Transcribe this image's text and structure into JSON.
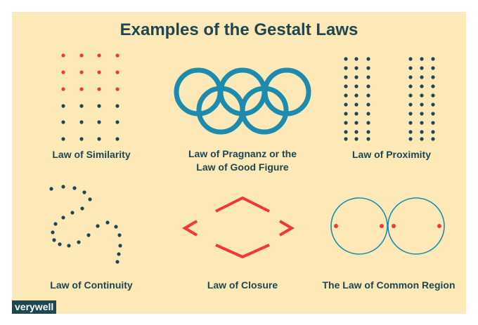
{
  "title": "Examples of the Gestalt Laws",
  "labels": {
    "similarity": "Law of Similarity",
    "pragnanz_line1": "Law of Pragnanz or the",
    "pragnanz_line2": "Law of Good Figure",
    "proximity": "Law of Proximity",
    "continuity": "Law of Continuity",
    "closure": "Law of Closure",
    "common_region": "The Law of Common Region"
  },
  "brand": "verywell",
  "colors": {
    "background": "#fde8b8",
    "dark_teal": "#1e4651",
    "teal": "#1d8bad",
    "red": "#f0373a"
  }
}
